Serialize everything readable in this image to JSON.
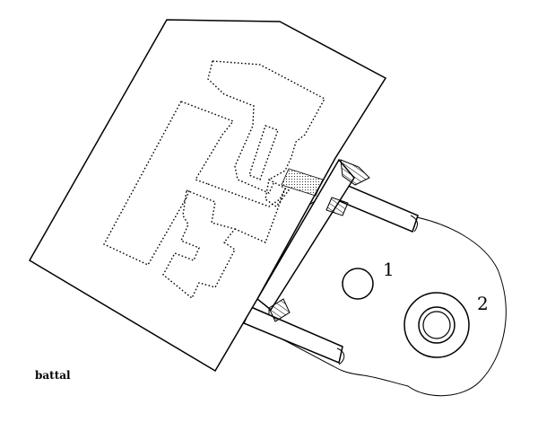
{
  "labels": {
    "feature_1": "1",
    "feature_2": "2"
  },
  "caption": "battal",
  "colors": {
    "line": "#000000",
    "background": "#ffffff"
  }
}
